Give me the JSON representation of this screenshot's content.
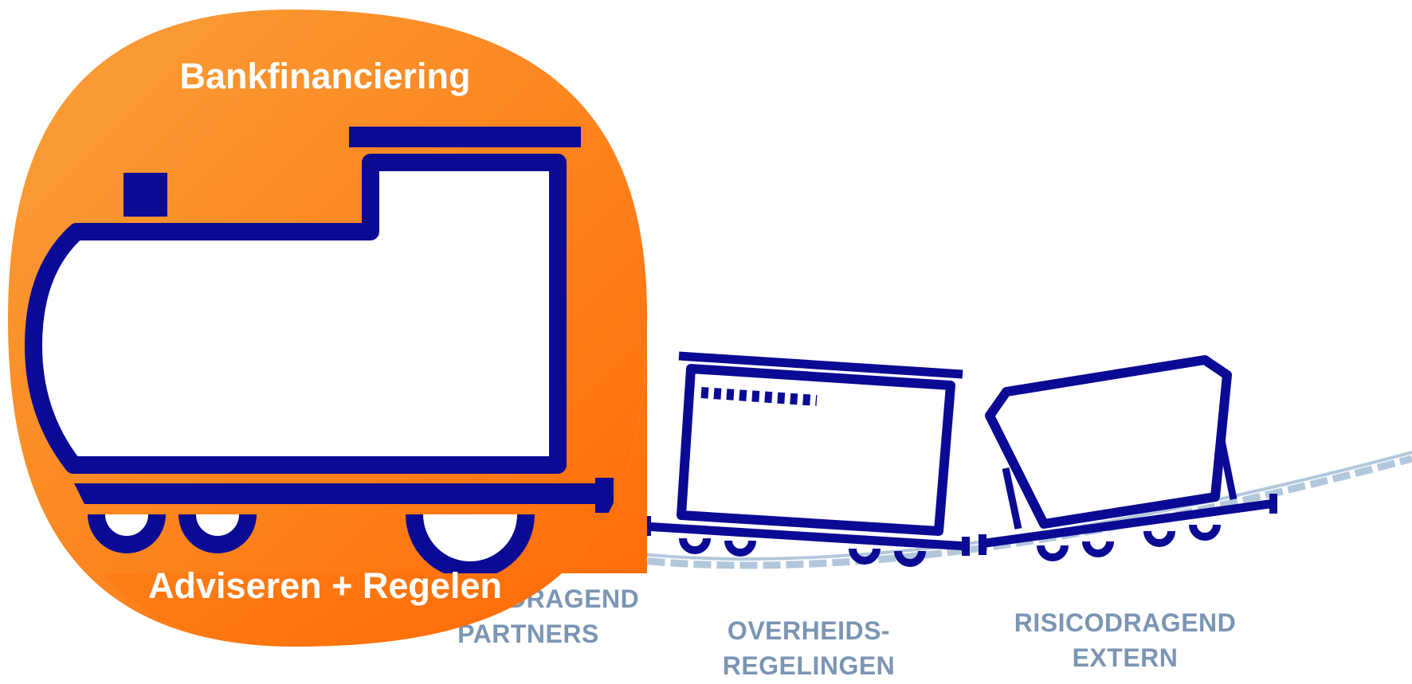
{
  "engine": {
    "title": "Bankfinanciering",
    "subtitle": "Adviseren + Regelen"
  },
  "wagons": [
    {
      "line1": "RISICODRAGEND",
      "line2": "PARTNERS"
    },
    {
      "line1": "OVERHEIDS-",
      "line2": "REGELINGEN"
    },
    {
      "line1": "RISICODRAGEND",
      "line2": "EXTERN"
    }
  ],
  "colors": {
    "navy": "#0b0a94",
    "orange_light": "#f9a13a",
    "orange_dark": "#ff6a06",
    "track": "#b3c7dc",
    "label_grey": "#7b95b3"
  }
}
